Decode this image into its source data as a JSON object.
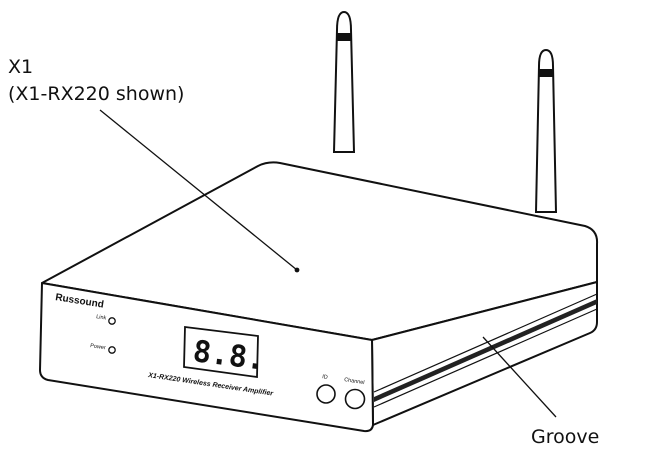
{
  "callouts": {
    "unit_name": "X1",
    "unit_model_note": "(X1-RX220 shown)",
    "groove": "Groove"
  },
  "device": {
    "brand": "Russound",
    "link_label": "Link",
    "power_label": "Power",
    "display_value": "8.8.",
    "model_text": "X1-RX220 Wireless Receiver Amplifier",
    "button_left_label": "ID",
    "button_right_label": "Channel"
  }
}
